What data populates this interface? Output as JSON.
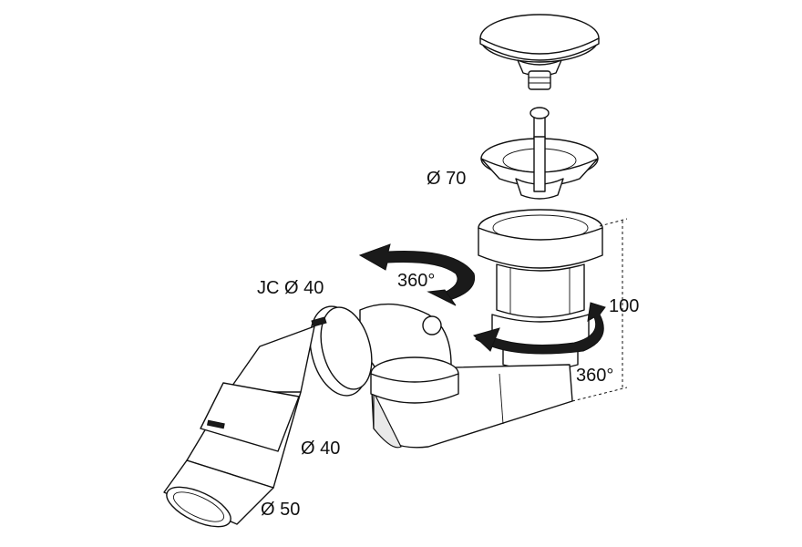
{
  "labels": {
    "cap_diameter": "Ø 70",
    "jc_connection": "JC Ø 40",
    "rotation_top": "360°",
    "rotation_side": "360°",
    "height": "100",
    "outlet_inner": "Ø 40",
    "outlet_outer": "Ø 50"
  },
  "colors": {
    "line": "#111111",
    "fill": "#ffffff",
    "shade": "#e9e9e9",
    "arrow": "#1a1a1a"
  },
  "icons": {
    "arrows": "rotation-arrow-icon",
    "dimension": "dimension-bracket-icon"
  }
}
